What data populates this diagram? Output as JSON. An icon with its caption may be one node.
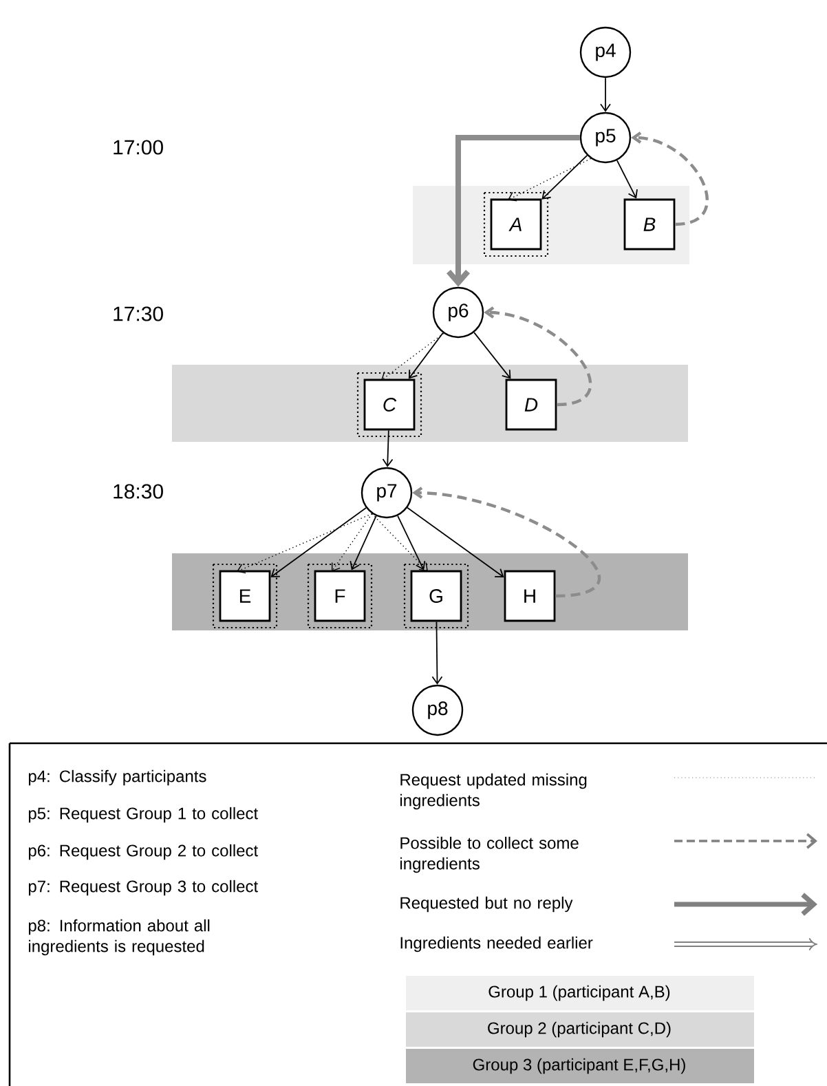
{
  "diagram": {
    "nodes": [
      {
        "text": [
          "p4"
        ]
      },
      {
        "text": [
          "p5"
        ]
      },
      {
        "text": [
          "A"
        ]
      },
      {
        "text": [
          "B"
        ]
      },
      {
        "text": [
          "p6"
        ]
      },
      {
        "text": [
          "C"
        ]
      },
      {
        "text": [
          "D"
        ]
      },
      {
        "text": [
          "p7"
        ]
      },
      {
        "text": [
          "E"
        ]
      },
      {
        "text": [
          "F"
        ]
      },
      {
        "text": [
          "G"
        ]
      },
      {
        "text": [
          "H"
        ]
      },
      {
        "text": [
          "p8"
        ]
      }
    ],
    "edges": [
      {
        "from": 0,
        "to": 1,
        "arrow": "to"
      },
      {
        "from": 1,
        "to": 2,
        "arrow": "to",
        "style": "dashed"
      },
      {
        "from": 1,
        "to": 2,
        "arrow": "to"
      },
      {
        "from": 1,
        "to": 3,
        "arrow": "to"
      },
      {
        "from": 3,
        "to": 1,
        "arrow": "to",
        "style": "dashed",
        "color": "#8c8c8c"
      },
      {
        "from": 1,
        "to": 4,
        "arrow": "to",
        "style": "thick",
        "color": "#8c8c8c"
      },
      {
        "from": 4,
        "to": 5,
        "arrow": "to",
        "style": "dashed"
      },
      {
        "from": 4,
        "to": 5,
        "arrow": "to"
      },
      {
        "from": 4,
        "to": 6,
        "arrow": "to"
      },
      {
        "from": 6,
        "to": 4,
        "arrow": "to",
        "style": "dashed",
        "color": "#8c8c8c"
      },
      {
        "from": 5,
        "to": 7,
        "arrow": "to"
      },
      {
        "from": 7,
        "to": 8,
        "arrow": "to",
        "style": "dashed"
      },
      {
        "from": 7,
        "to": 8,
        "arrow": "to"
      },
      {
        "from": 7,
        "to": 9,
        "arrow": "to",
        "style": "dashed"
      },
      {
        "from": 7,
        "to": 9,
        "arrow": "to"
      },
      {
        "from": 7,
        "to": 10,
        "arrow": "to",
        "style": "dashed"
      },
      {
        "from": 7,
        "to": 10,
        "arrow": "to"
      },
      {
        "from": 7,
        "to": 11,
        "arrow": "to"
      },
      {
        "from": 11,
        "to": 7,
        "arrow": "to",
        "style": "dashed",
        "color": "#8c8c8c"
      },
      {
        "from": 10,
        "to": 12,
        "arrow": "to"
      }
    ],
    "labels": [
      "17:00",
      "17:30",
      "18:30",
      "p4: Classify participants",
      "p5: Request Group 1 to collect",
      "p6: Request Group 2 to collect",
      "p7: Request Group 3 to collect",
      "p8: Information about all ingredients is requested"
    ],
    "legend": [
      {
        "text": "Request updated missing ingredients"
      },
      {
        "text": "Possible to collect some ingredients"
      },
      {
        "text": "Requested but no reply"
      },
      {
        "text": "Ingredients needed earlier"
      },
      {
        "text": "Group 1 (participant A,B)",
        "color": "#efefef"
      },
      {
        "text": "Group 2 (participant C,D)",
        "color": "#d9d9d9"
      },
      {
        "text": "Group 3 (participant E,F,G,H)",
        "color": "#b3b3b3"
      }
    ]
  }
}
